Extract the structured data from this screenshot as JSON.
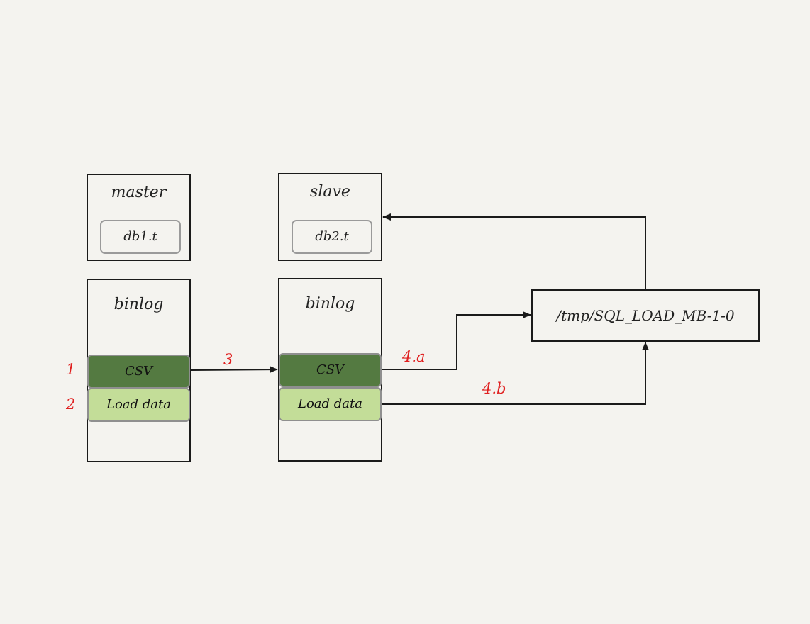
{
  "master": {
    "title": "master",
    "table": "db1.t"
  },
  "slave": {
    "title": "slave",
    "table": "db2.t"
  },
  "master_binlog": {
    "title": "binlog",
    "csv": "CSV",
    "load": "Load data"
  },
  "slave_binlog": {
    "title": "binlog",
    "csv": "CSV",
    "load": "Load data"
  },
  "tmp_file": {
    "path": "/tmp/SQL_LOAD_MB-1-0"
  },
  "steps": {
    "s1": "1",
    "s2": "2",
    "s3": "3",
    "s4a": "4.a",
    "s4b": "4.b"
  },
  "colors": {
    "csv": "#547a41",
    "load": "#c3dd98",
    "step": "#e02020",
    "line": "#1a1a1a"
  }
}
